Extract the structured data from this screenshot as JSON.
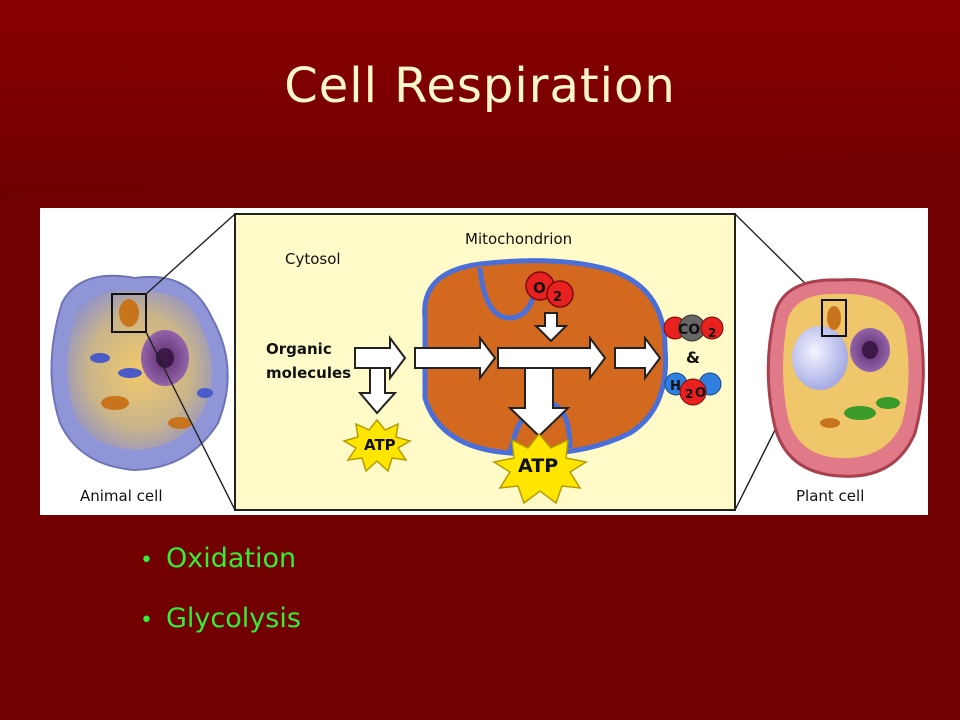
{
  "slide": {
    "title": "Cell Respiration",
    "bullets": [
      "Oxidation",
      "Glycolysis"
    ]
  },
  "diagram": {
    "labels": {
      "cytosol": "Cytosol",
      "mitochondrion": "Mitochondrion",
      "organic_line1": "Organic",
      "organic_line2": "molecules",
      "atp_small": "ATP",
      "atp_large": "ATP",
      "o2_base": "O",
      "o2_sub": "2",
      "co2_base": "CO",
      "co2_sub": "2",
      "amp": "&",
      "h2o_h": "H",
      "h2o_sub": "2",
      "h2o_o": "O",
      "animal_cell": "Animal cell",
      "plant_cell": "Plant cell"
    },
    "colors": {
      "panel_bg": "#fffbc8",
      "mito_outer": "#d2691e",
      "mito_membrane": "#4a6fd8",
      "atp_star": "#ffe600",
      "o2_red": "#e82020",
      "co2_gray": "#666666",
      "h2o_blue": "#2f7fe0",
      "bullet_green": "#33ee33",
      "title_cream": "#fff7c9"
    }
  }
}
